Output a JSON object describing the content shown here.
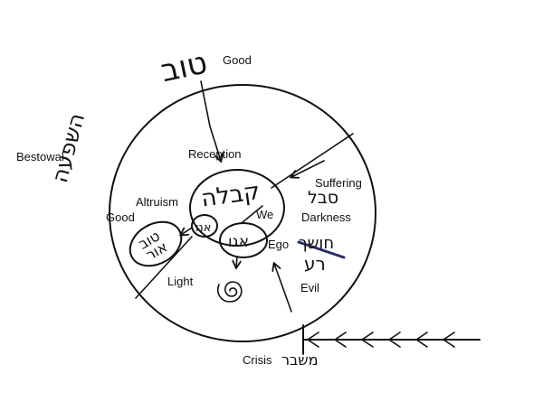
{
  "labels": {
    "good_top": "Good",
    "bestowal": "Bestowal",
    "reception": "Reception",
    "suffering": "Suffering",
    "altruism": "Altruism",
    "good_left": "Good",
    "we": "We",
    "darkness": "Darkness",
    "ego": "Ego",
    "light": "Light",
    "evil": "Evil",
    "crisis": "Crisis"
  },
  "hebrew": {
    "tov_top": "טוב",
    "hashpaa": "השפעה",
    "kabbalah": "קבלה",
    "sevel": "סבל",
    "anu": "אנו",
    "tov_or": "טוב",
    "or": "אור",
    "ego": "אגו",
    "choshech": "חושך",
    "ra": "רע",
    "mashber": "משבר"
  },
  "colors": {
    "ink": "#111111",
    "highlight": "#2a2a6a"
  },
  "icons": {
    "spiral": "spiral-icon",
    "arrow": "arrow-icon"
  }
}
